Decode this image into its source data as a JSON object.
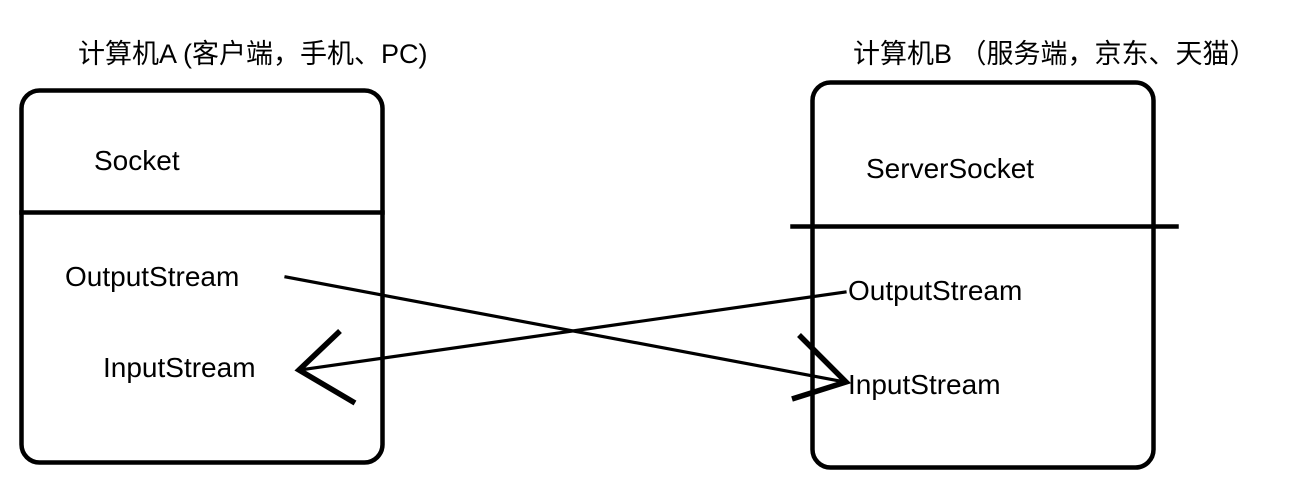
{
  "diagram": {
    "type": "socket-communication-diagram",
    "background_color": "#ffffff",
    "stroke_color": "#000000",
    "left": {
      "title": "计算机A (客户端，手机、PC)",
      "header": "Socket",
      "streams": {
        "output": "OutputStream",
        "input": "InputStream"
      }
    },
    "right": {
      "title": "计算机B （服务端，京东、天猫）",
      "header": "ServerSocket",
      "streams": {
        "output": "OutputStream",
        "input": "InputStream"
      }
    },
    "connections": [
      {
        "name": "client-output-to-server-input",
        "from": "left.OutputStream",
        "to": "right.InputStream",
        "arrow": "right"
      },
      {
        "name": "server-output-to-client-input",
        "from": "right.OutputStream",
        "to": "left.InputStream",
        "arrow": "left"
      }
    ]
  }
}
